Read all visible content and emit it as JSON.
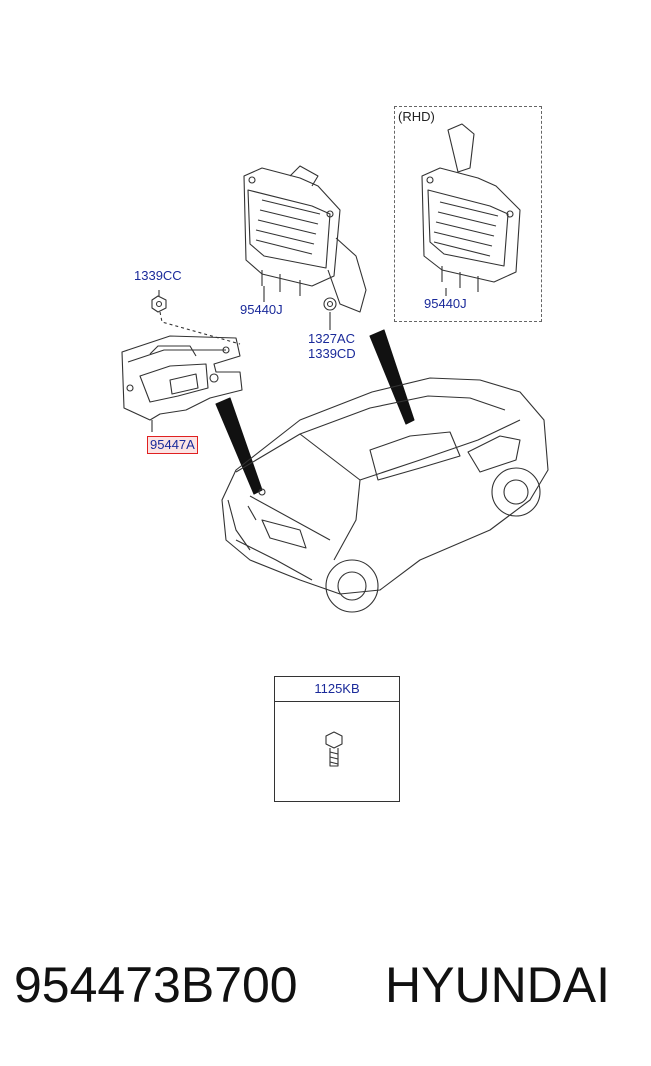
{
  "labels": {
    "rhd": "(RHD)",
    "nut_1339cc": "1339CC",
    "ecu_left": "95440J",
    "ecu_rhd": "95440J",
    "bolt_1327ac": "1327AC",
    "bolt_1339cd": "1339CD",
    "module_highlight": "95447A"
  },
  "fastener_box": {
    "title": "1125KB"
  },
  "caption": {
    "part_number": "954473B700",
    "brand": "HYUNDAI"
  },
  "colors": {
    "label_blue": "#1a2a9a",
    "highlight_border": "#e02020",
    "highlight_fill": "#fbe4e4"
  }
}
